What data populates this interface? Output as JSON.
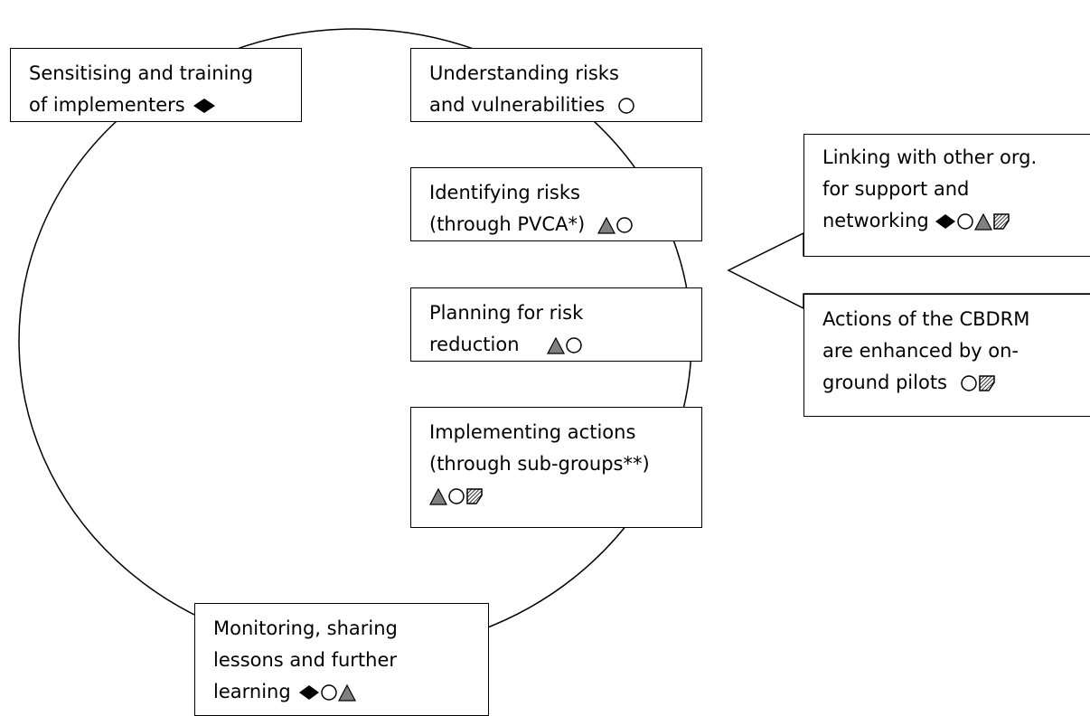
{
  "boxes": {
    "sensitising": {
      "line1": "Sensitising and training",
      "line2": "of implementers"
    },
    "understanding": {
      "line1": "Understanding risks",
      "line2": "and vulnerabilities"
    },
    "identifying": {
      "line1": "Identifying risks",
      "line2": "(through PVCA*)"
    },
    "planning": {
      "line1": "Planning for risk",
      "line2": "reduction"
    },
    "implementing": {
      "line1": "Implementing actions",
      "line2": "(through sub-groups**)"
    },
    "monitoring": {
      "line1": "Monitoring, sharing",
      "line2": "lessons and further",
      "line3": "learning"
    },
    "linking": {
      "line1": "Linking with other org.",
      "line2": "for support and",
      "line3": "networking"
    },
    "actions": {
      "line1": "Actions of the CBDRM",
      "line2": "are enhanced by on-",
      "line3": "ground pilots"
    }
  },
  "symbols": {
    "diamond": "diamond-icon",
    "circle": "circle-icon",
    "triangle": "triangle-icon",
    "hatched": "hatched-square-icon"
  },
  "colors": {
    "triangle_fill": "#808080",
    "line": "#000000",
    "background": "#ffffff"
  }
}
